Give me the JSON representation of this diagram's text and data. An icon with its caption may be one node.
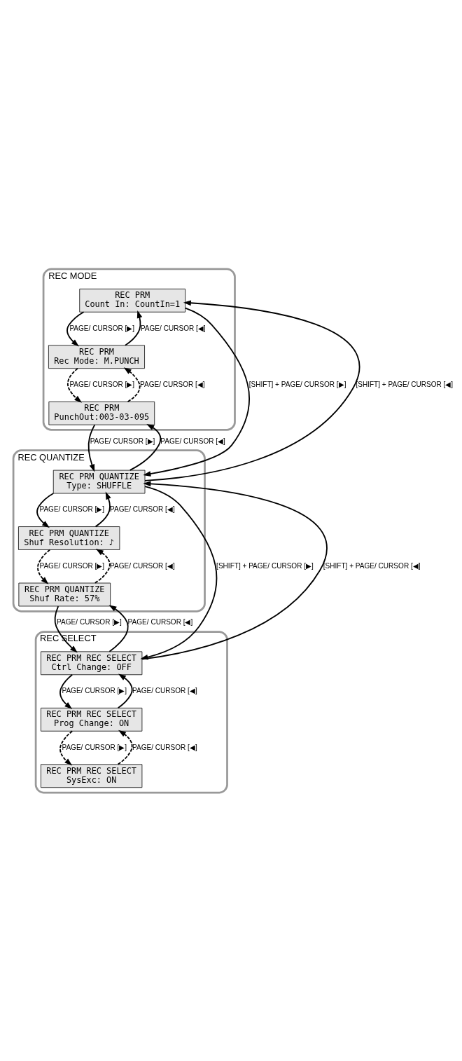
{
  "diagram": {
    "nodes": [
      {
        "text": [
          "REC MODE"
        ]
      },
      {
        "text": [
          "REC PRM",
          "Count In: CountIn=1"
        ],
        "in": 0
      },
      {
        "text": [
          "REC PRM",
          "Rec Mode: M.PUNCH"
        ],
        "in": 0
      },
      {
        "text": [
          "REC PRM",
          "PunchOut:003-03-095"
        ],
        "in": 0
      },
      {
        "text": [
          "REC QUANTIZE"
        ]
      },
      {
        "text": [
          "REC PRM QUANTIZE",
          "Type: SHUFFLE"
        ],
        "in": 4
      },
      {
        "text": [
          "REC PRM QUANTIZE",
          "Shuf Resolution: ♪"
        ],
        "in": 4
      },
      {
        "text": [
          "REC PRM QUANTIZE",
          "Shuf Rate: 57%"
        ],
        "in": 4
      },
      {
        "text": [
          "REC SELECT"
        ]
      },
      {
        "text": [
          "REC PRM REC SELECT",
          "Ctrl Change: OFF"
        ],
        "in": 8
      },
      {
        "text": [
          "REC PRM REC SELECT",
          "Prog Change: ON"
        ],
        "in": 8
      },
      {
        "text": [
          "REC PRM REC SELECT",
          "SysExc: ON"
        ],
        "in": 8
      }
    ],
    "edges": [
      {
        "from": 1,
        "to": 2,
        "arrow": "to",
        "label": "PAGE/ CURSOR [▶]"
      },
      {
        "from": 2,
        "to": 1,
        "arrow": "to",
        "label": "PAGE/ CURSOR [◀]"
      },
      {
        "from": 2,
        "to": 3,
        "arrow": "to",
        "label": "PAGE/ CURSOR [▶]",
        "style": "dashed"
      },
      {
        "from": 3,
        "to": 2,
        "arrow": "to",
        "label": "PAGE/ CURSOR [◀]",
        "style": "dashed"
      },
      {
        "from": 1,
        "to": 5,
        "arrow": "to",
        "label": "[SHIFT] + PAGE/ CURSOR [▶]"
      },
      {
        "from": 5,
        "to": 1,
        "arrow": "to",
        "label": "[SHIFT] + PAGE/ CURSOR [◀]"
      },
      {
        "from": 3,
        "to": 5,
        "arrow": "to",
        "label": "PAGE/ CURSOR [▶]"
      },
      {
        "from": 5,
        "to": 3,
        "arrow": "to",
        "label": "PAGE/ CURSOR [◀]"
      },
      {
        "from": 5,
        "to": 6,
        "arrow": "to",
        "label": "PAGE/ CURSOR [▶]"
      },
      {
        "from": 6,
        "to": 5,
        "arrow": "to",
        "label": "PAGE/ CURSOR [◀]"
      },
      {
        "from": 6,
        "to": 7,
        "arrow": "to",
        "label": "PAGE/ CURSOR [▶]",
        "style": "dashed"
      },
      {
        "from": 7,
        "to": 6,
        "arrow": "to",
        "label": "PAGE/ CURSOR [◀]",
        "style": "dashed"
      },
      {
        "from": 5,
        "to": 9,
        "arrow": "to",
        "label": "[SHIFT] + PAGE/ CURSOR [▶]"
      },
      {
        "from": 9,
        "to": 5,
        "arrow": "to",
        "label": "[SHIFT] + PAGE/ CURSOR [◀]"
      },
      {
        "from": 7,
        "to": 9,
        "arrow": "to",
        "label": "PAGE/ CURSOR [▶]"
      },
      {
        "from": 9,
        "to": 7,
        "arrow": "to",
        "label": "PAGE/ CURSOR [◀]"
      },
      {
        "from": 9,
        "to": 10,
        "arrow": "to",
        "label": "PAGE/ CURSOR [▶]"
      },
      {
        "from": 10,
        "to": 9,
        "arrow": "to",
        "label": "PAGE/ CURSOR [◀]"
      },
      {
        "from": 10,
        "to": 11,
        "arrow": "to",
        "label": "PAGE/ CURSOR [▶]",
        "style": "dashed"
      },
      {
        "from": 11,
        "to": 10,
        "arrow": "to",
        "label": "PAGE/ CURSOR [◀]",
        "style": "dashed"
      }
    ]
  }
}
